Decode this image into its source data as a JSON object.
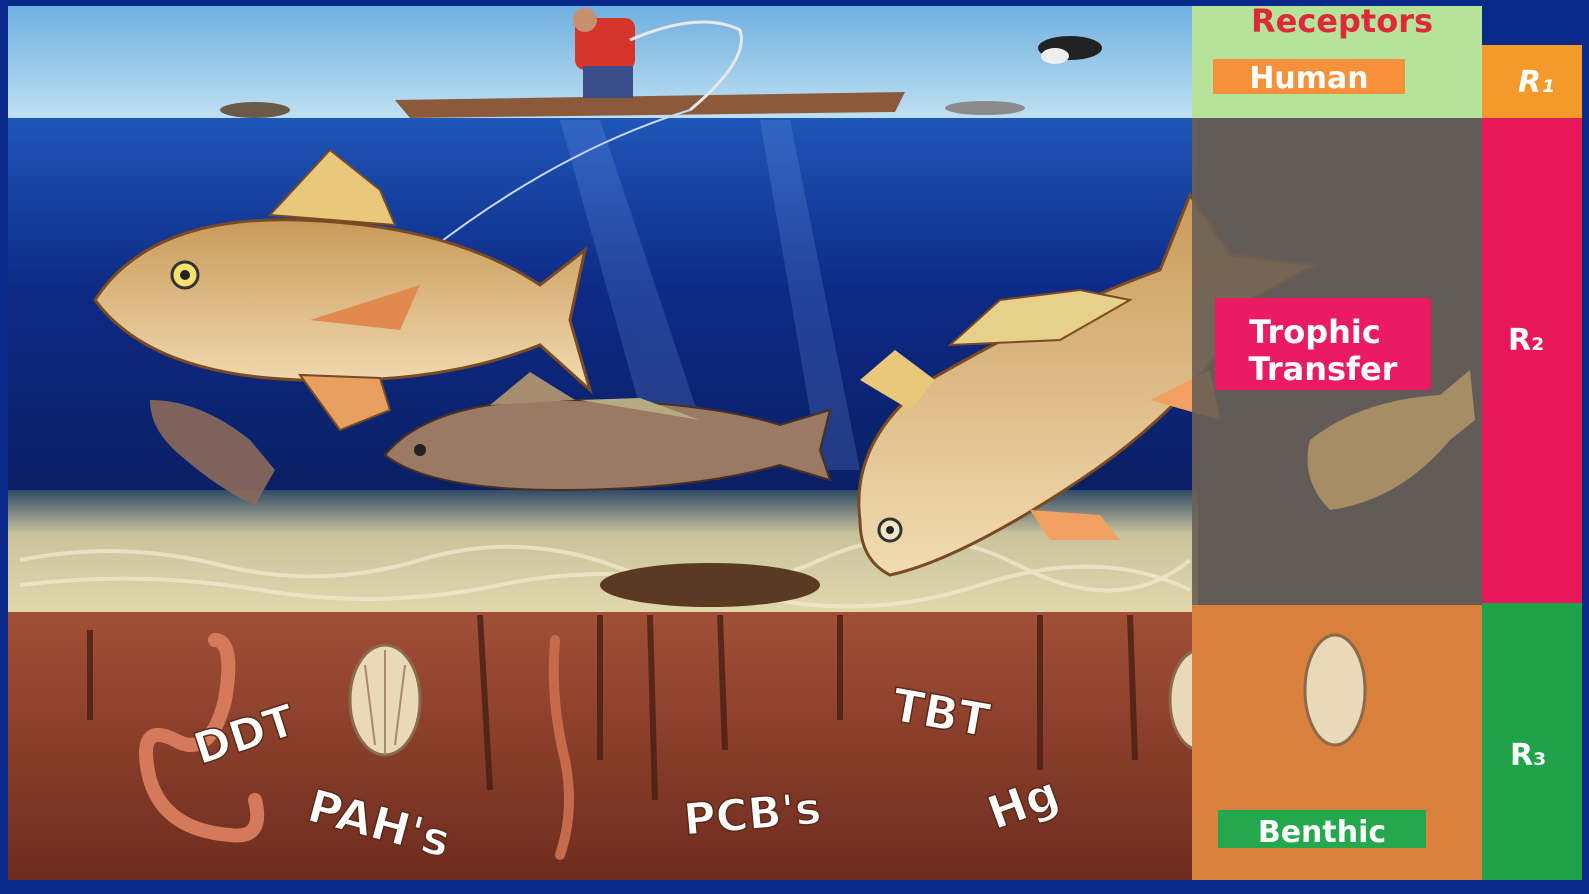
{
  "receptors_panel": {
    "heading": "Receptors",
    "human_label": "Human",
    "trophic_label_line1": "Trophic",
    "trophic_label_line2": "Transfer",
    "benthic_label": "Benthic"
  },
  "risk_tiers": [
    {
      "label": "R₁",
      "color": "#f39a2b"
    },
    {
      "label": "R₂",
      "color": "#e8175a"
    },
    {
      "label": "R₃",
      "color": "#1fa34a"
    }
  ],
  "contaminants": [
    "DDT",
    "PAH's",
    "PCB's",
    "TBT",
    "Hg"
  ],
  "colors": {
    "border_blue": "#0a2a8a",
    "sky": "#8fc7e8",
    "water_top": "#1a4fb0",
    "water_deep": "#0b1f6b",
    "sand": "#d8cfa6",
    "sediment": "#8c3f2c",
    "panel_green": "#b5e39a",
    "panel_gray": "#6b5f54",
    "panel_orange": "#d9803d",
    "human_orange": "#f7903a",
    "trophic_pink": "#ea1a63",
    "benthic_green": "#24a84d",
    "heading_red": "#e0283a"
  }
}
